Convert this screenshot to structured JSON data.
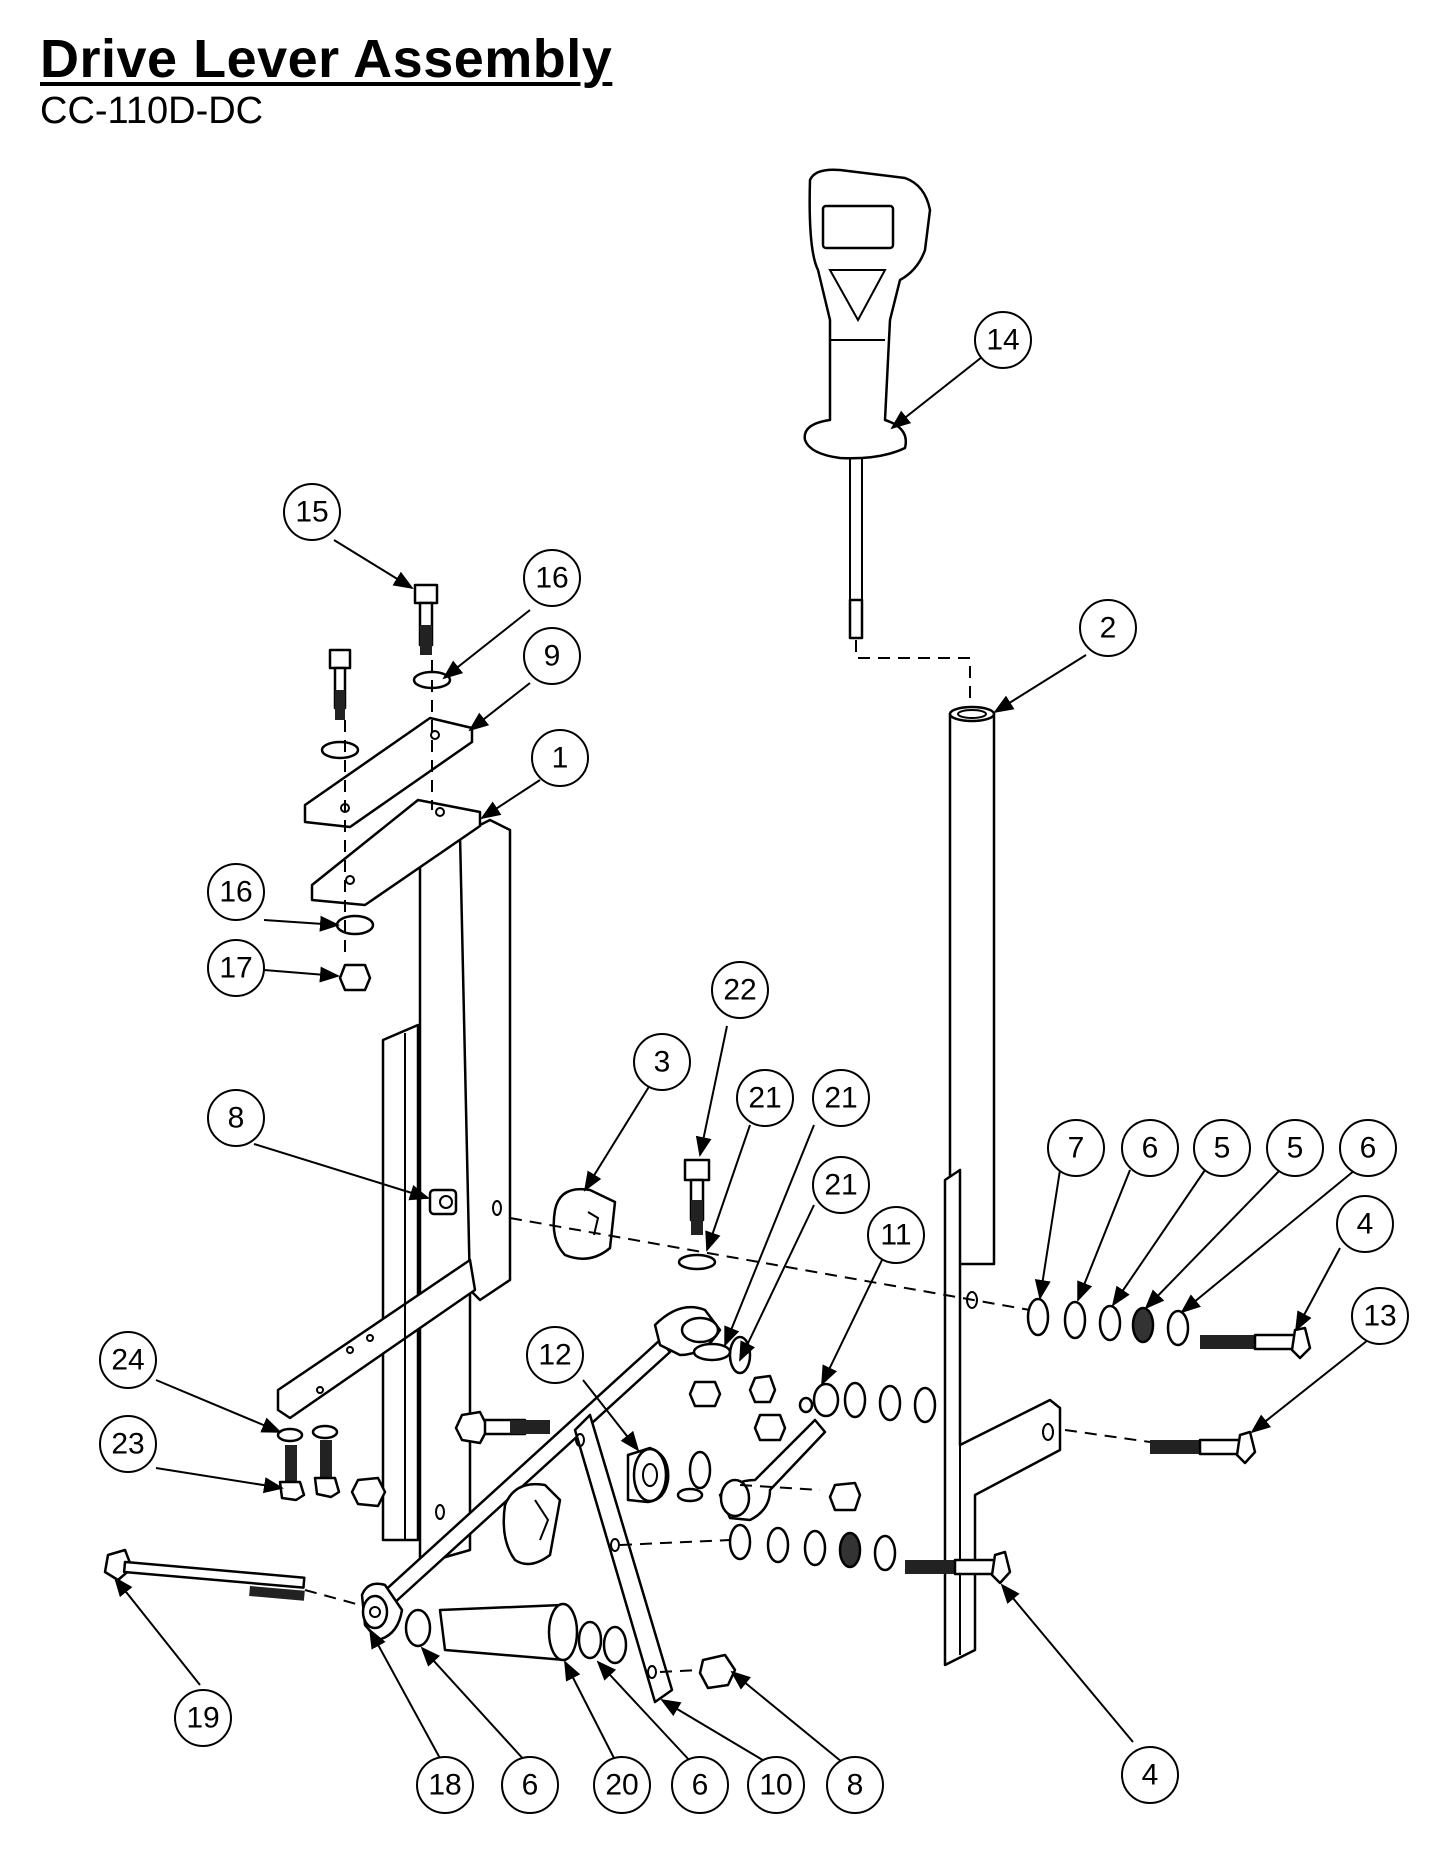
{
  "title": "Drive Lever Assembly",
  "subtitle": "CC-110D-DC",
  "callouts": [
    {
      "label": "14"
    },
    {
      "label": "15"
    },
    {
      "label": "16"
    },
    {
      "label": "9"
    },
    {
      "label": "2"
    },
    {
      "label": "1"
    },
    {
      "label": "16"
    },
    {
      "label": "17"
    },
    {
      "label": "22"
    },
    {
      "label": "3"
    },
    {
      "label": "21"
    },
    {
      "label": "21"
    },
    {
      "label": "21"
    },
    {
      "label": "8"
    },
    {
      "label": "7"
    },
    {
      "label": "6"
    },
    {
      "label": "5"
    },
    {
      "label": "5"
    },
    {
      "label": "6"
    },
    {
      "label": "4"
    },
    {
      "label": "11"
    },
    {
      "label": "13"
    },
    {
      "label": "12"
    },
    {
      "label": "24"
    },
    {
      "label": "23"
    },
    {
      "label": "19"
    },
    {
      "label": "18"
    },
    {
      "label": "6"
    },
    {
      "label": "20"
    },
    {
      "label": "6"
    },
    {
      "label": "10"
    },
    {
      "label": "8"
    },
    {
      "label": "4"
    }
  ]
}
